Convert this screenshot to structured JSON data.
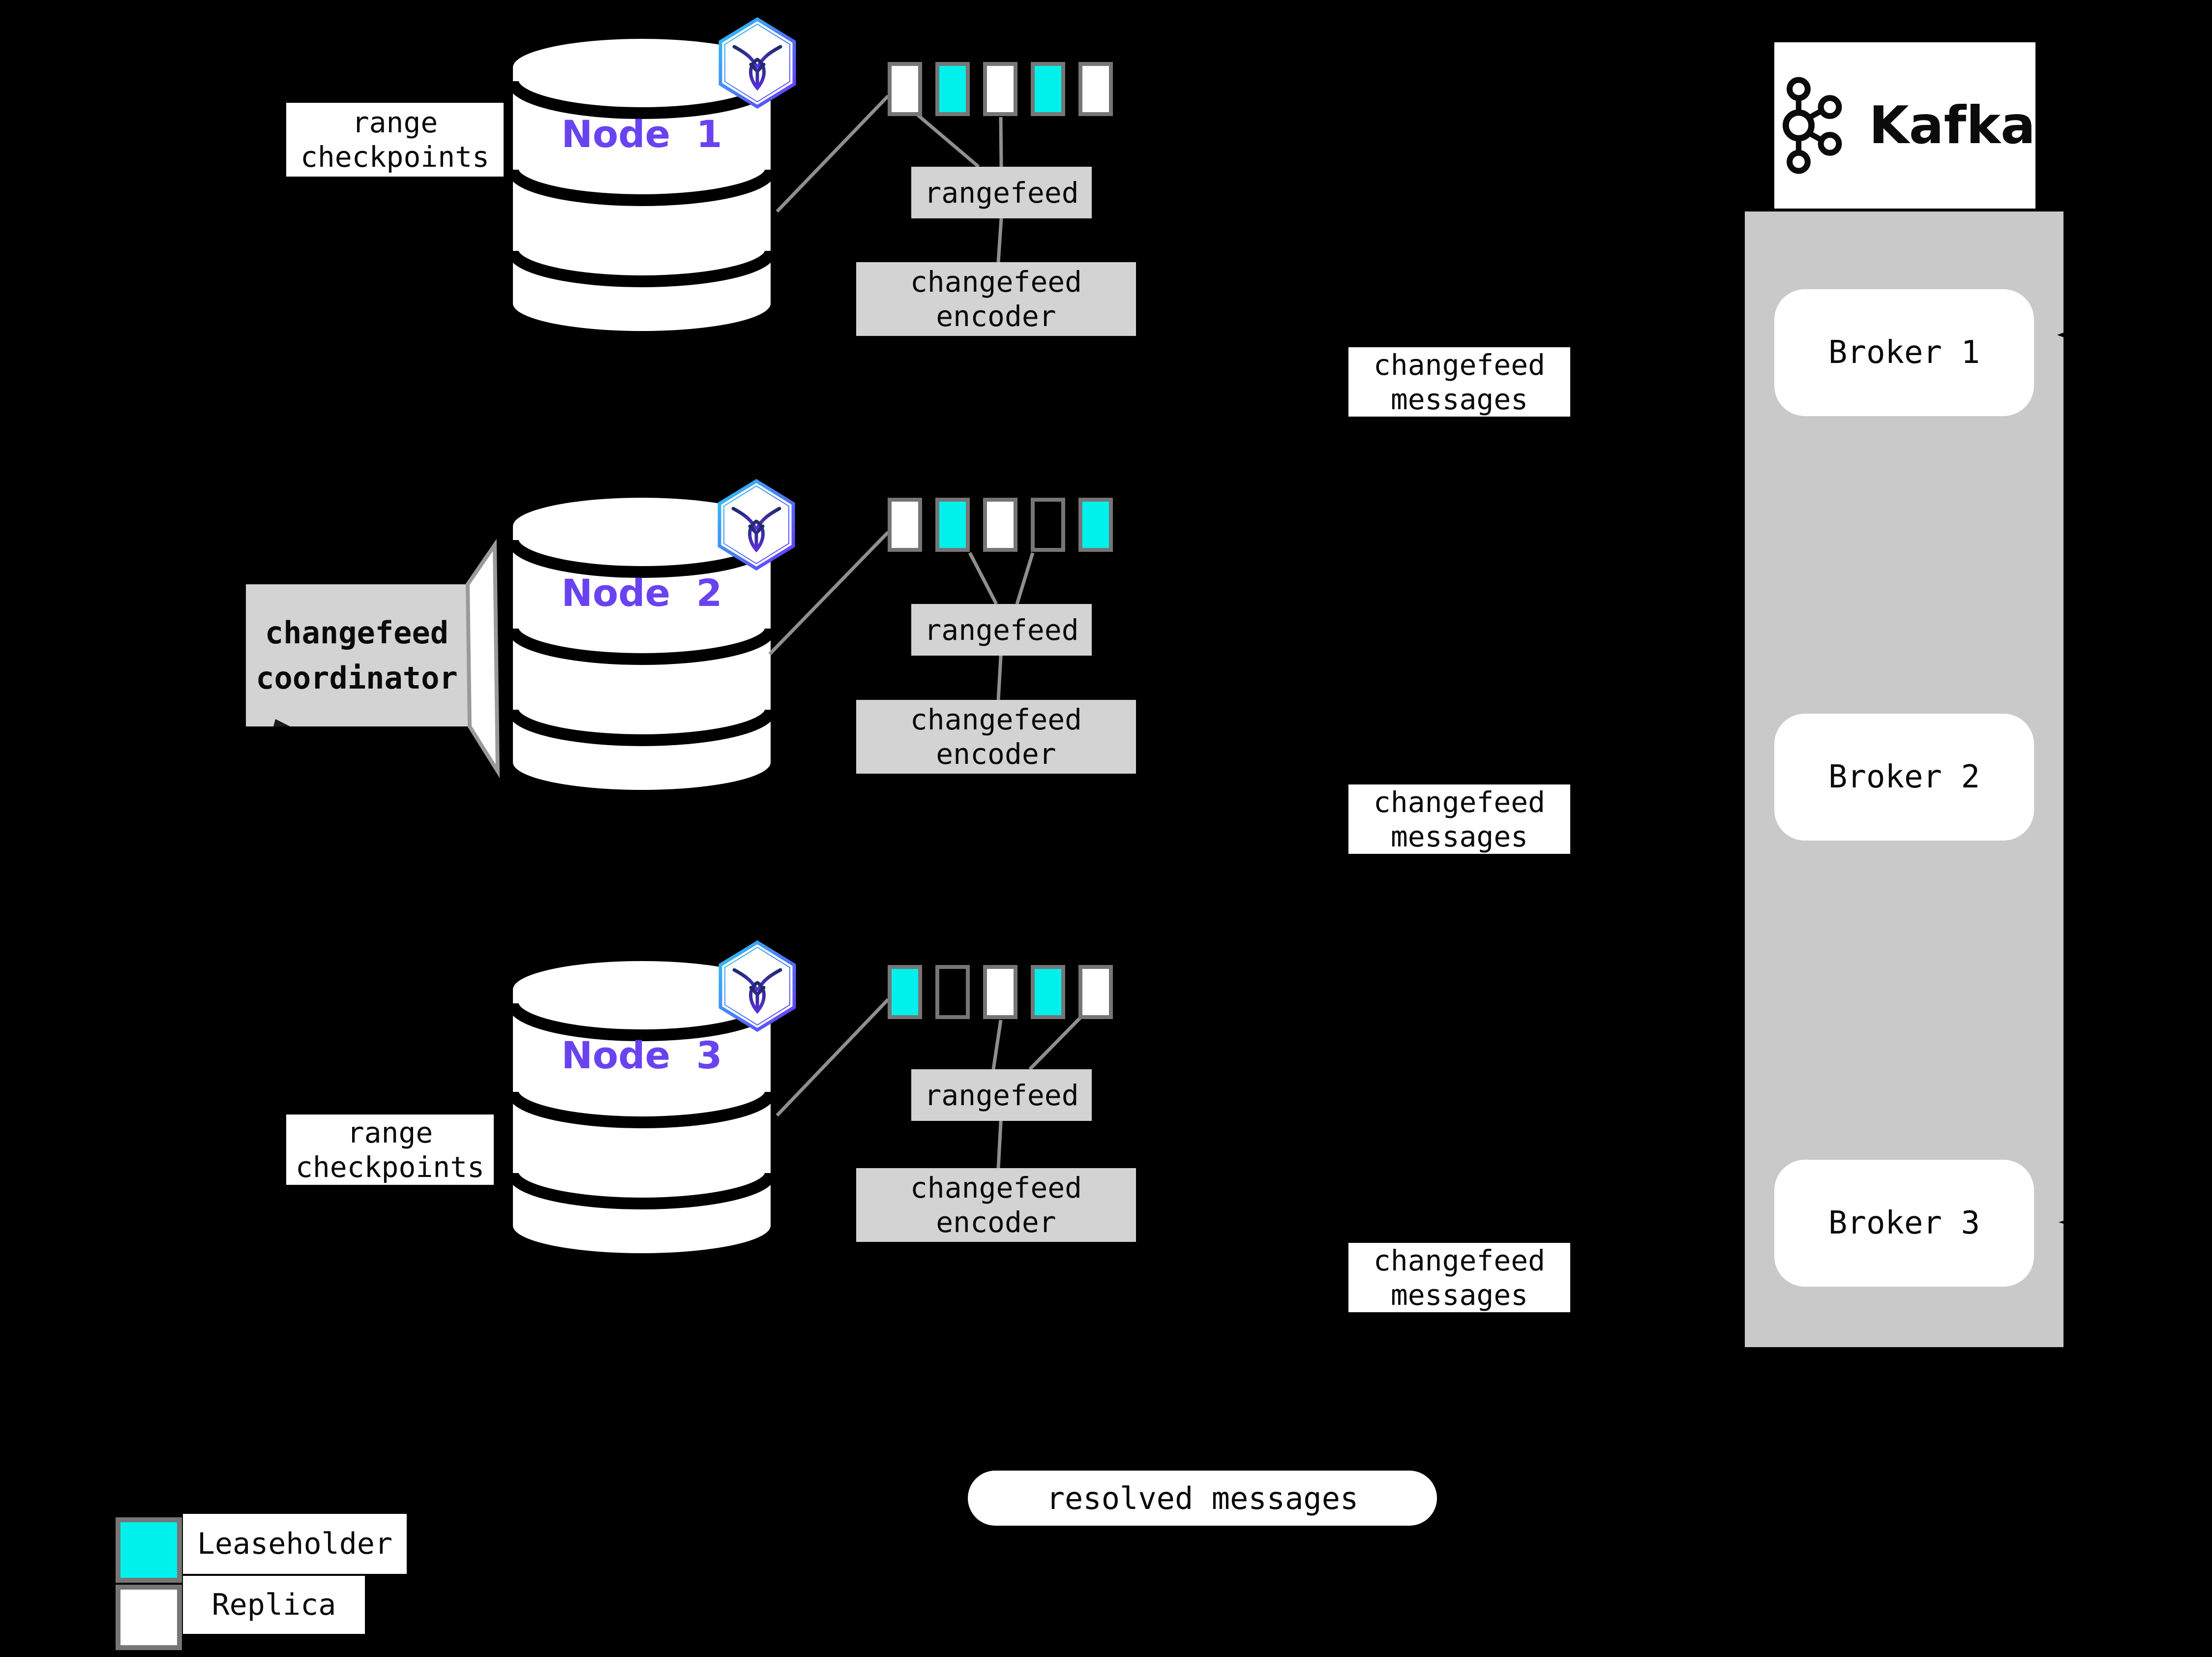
{
  "colors": {
    "background": "#000000",
    "leaseholder": "#00F1EC",
    "replica": "#FFFFFF",
    "square_border": "#767676",
    "panel_gray": "#C9C9C9",
    "box_gray": "#D3D3D3",
    "line_gray": "#8F8F8F",
    "node_purple": "#6A43F0",
    "text_black": "#0A0A0A",
    "hex_gradient_start": "#2BC9F4",
    "hex_gradient_end": "#6933FF",
    "mark_gradient_start": "#1C2C66",
    "mark_gradient_end": "#5B2EE0"
  },
  "nodes": [
    {
      "label": "Node 1",
      "ranges": [
        "replica",
        "leaseholder",
        "replica",
        "leaseholder",
        "replica"
      ]
    },
    {
      "label": "Node 2",
      "ranges": [
        "replica",
        "leaseholder",
        "replica",
        "empty",
        "leaseholder"
      ]
    },
    {
      "label": "Node 3",
      "ranges": [
        "leaseholder",
        "empty",
        "replica",
        "leaseholder",
        "replica"
      ]
    }
  ],
  "labels": {
    "range_checkpoints": "range\ncheckpoints",
    "rangefeed": "rangefeed",
    "changefeed_encoder": "changefeed\nencoder",
    "changefeed_messages": "changefeed\nmessages",
    "changefeed_coordinator": "changefeed\ncoordinator",
    "resolved_messages": "resolved messages"
  },
  "kafka": {
    "title": "Kafka",
    "brokers": [
      "Broker 1",
      "Broker 2",
      "Broker 3"
    ]
  },
  "legend": [
    {
      "type": "leaseholder",
      "label": "Leaseholder"
    },
    {
      "type": "replica",
      "label": "Replica"
    }
  ]
}
